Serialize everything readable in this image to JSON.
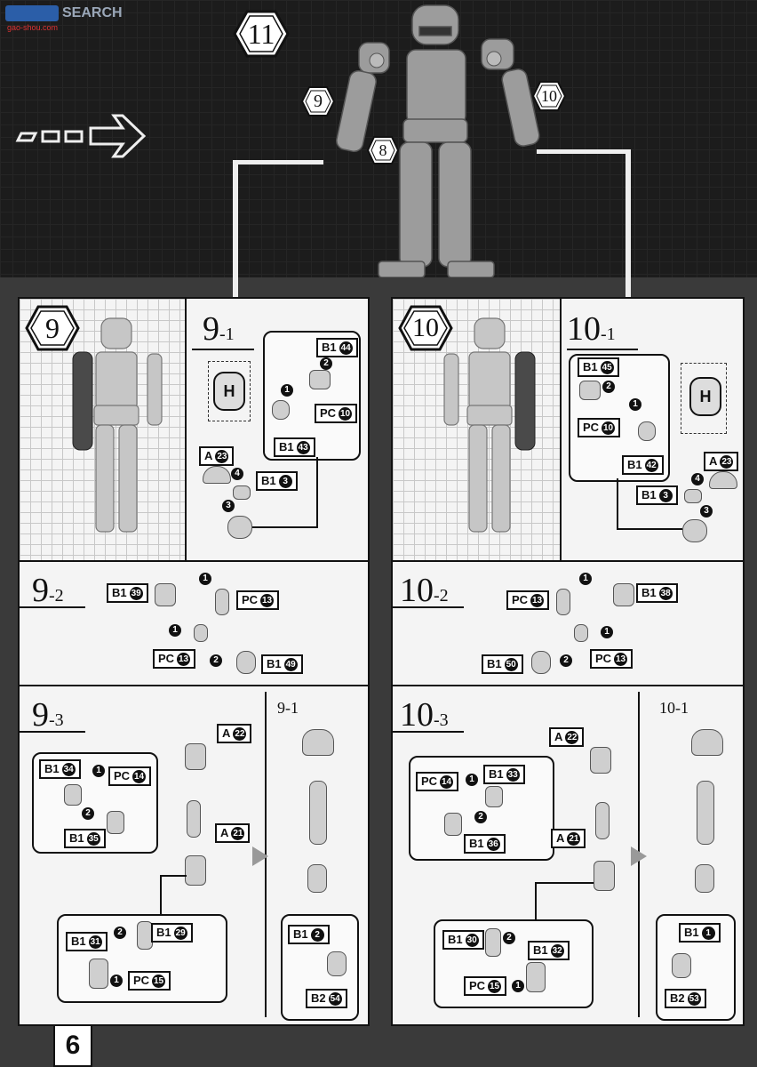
{
  "watermark": {
    "brand": "SEARCH",
    "url": "gao-shou.com"
  },
  "header": {
    "step_main": "11",
    "callouts": [
      "9",
      "10",
      "8"
    ]
  },
  "page_number": "6",
  "left": {
    "hex": "9",
    "s1": {
      "num": "9",
      "sub": "1",
      "letter": "H",
      "tags": {
        "b1a": "B1",
        "b1a_n": "44",
        "pc": "PC",
        "pc_n": "10",
        "b1b": "B1",
        "b1b_n": "43",
        "a": "A",
        "a_n": "23",
        "b1c": "B1",
        "b1c_n": "3"
      },
      "steps": [
        "1",
        "2",
        "3",
        "4"
      ]
    },
    "s2": {
      "num": "9",
      "sub": "2",
      "tags": {
        "b1a": "B1",
        "b1a_n": "39",
        "pc1": "PC",
        "pc1_n": "13",
        "pc2": "PC",
        "pc2_n": "13",
        "b1b": "B1",
        "b1b_n": "49"
      },
      "steps": [
        "1",
        "1",
        "2"
      ]
    },
    "s3": {
      "num": "9",
      "sub": "3",
      "ref": "9-1",
      "tags": {
        "a22": "A",
        "a22_n": "22",
        "a21": "A",
        "a21_n": "21",
        "b134": "B1",
        "b134_n": "34",
        "pc14": "PC",
        "pc14_n": "14",
        "b135": "B1",
        "b135_n": "35",
        "b131": "B1",
        "b131_n": "31",
        "b129": "B1",
        "b129_n": "29",
        "pc15": "PC",
        "pc15_n": "15",
        "b12": "B1",
        "b12_n": "2",
        "b254": "B2",
        "b254_n": "54"
      },
      "steps": [
        "1",
        "2",
        "2",
        "1"
      ]
    }
  },
  "right": {
    "hex": "10",
    "s1": {
      "num": "10",
      "sub": "1",
      "letter": "H",
      "tags": {
        "b1a": "B1",
        "b1a_n": "45",
        "pc": "PC",
        "pc_n": "10",
        "b1b": "B1",
        "b1b_n": "42",
        "a": "A",
        "a_n": "23",
        "b1c": "B1",
        "b1c_n": "3"
      },
      "steps": [
        "1",
        "2",
        "3",
        "4"
      ]
    },
    "s2": {
      "num": "10",
      "sub": "2",
      "tags": {
        "pc1": "PC",
        "pc1_n": "13",
        "b1a": "B1",
        "b1a_n": "38",
        "b1b": "B1",
        "b1b_n": "50",
        "pc2": "PC",
        "pc2_n": "13"
      },
      "steps": [
        "1",
        "1",
        "2"
      ]
    },
    "s3": {
      "num": "10",
      "sub": "3",
      "ref": "10-1",
      "tags": {
        "a22": "A",
        "a22_n": "22",
        "a21": "A",
        "a21_n": "21",
        "pc14": "PC",
        "pc14_n": "14",
        "b133": "B1",
        "b133_n": "33",
        "b136": "B1",
        "b136_n": "36",
        "b130": "B1",
        "b130_n": "30",
        "b132": "B1",
        "b132_n": "32",
        "pc15": "PC",
        "pc15_n": "15",
        "b11": "B1",
        "b11_n": "1",
        "b253": "B2",
        "b253_n": "53"
      },
      "steps": [
        "1",
        "2",
        "2",
        "1"
      ]
    }
  }
}
